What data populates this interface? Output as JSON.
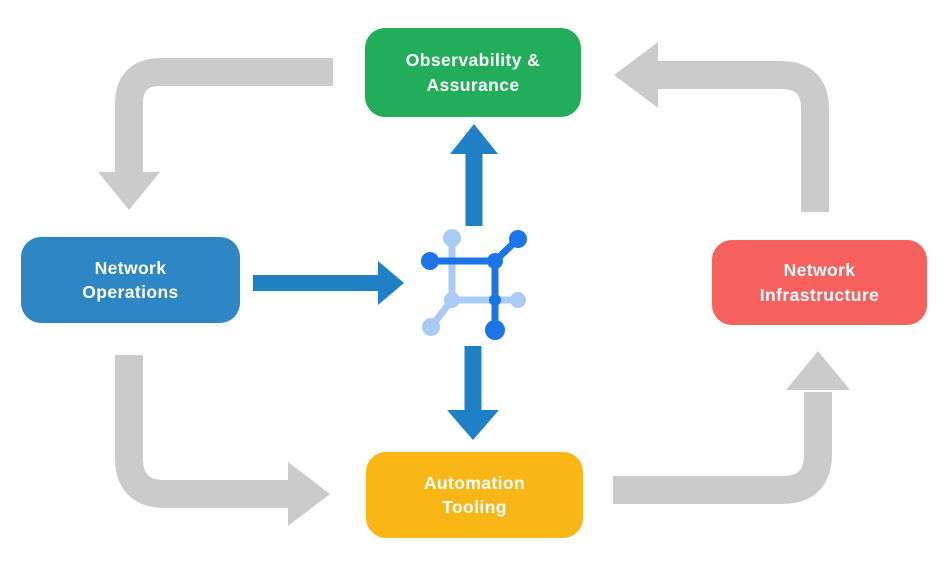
{
  "diagram": {
    "title": "Network automation lifecycle diagram",
    "center_icon": "network-automation-icon"
  },
  "colors": {
    "background": "#ffffff",
    "gray_arrow": "#cbcbcb",
    "blue_arrow": "#1f80c6",
    "icon_dark_blue": "#1c74e8",
    "icon_light_blue": "#a9cbf4",
    "node_text": "#ffffff",
    "observability_green": "#22ad5b",
    "operations_blue": "#2e86c4",
    "infrastructure_red": "#f6615e",
    "automation_yellow": "#f8b717"
  },
  "nodes": {
    "observability": {
      "label": "Observability &\nAssurance",
      "color": "#22ad5b"
    },
    "operations": {
      "label": "Network\nOperations",
      "color": "#2e86c4"
    },
    "infrastructure": {
      "label": "Network\nInfrastructure",
      "color": "#f6615e"
    },
    "automation": {
      "label": "Automation\nTooling",
      "color": "#f8b717"
    }
  },
  "flows": [
    {
      "from": "Observability & Assurance",
      "to": "Network Operations",
      "style": "gray-elbow"
    },
    {
      "from": "Network Operations",
      "to": "Automation Tooling",
      "style": "gray-elbow"
    },
    {
      "from": "Automation Tooling",
      "to": "Network Infrastructure",
      "style": "gray-elbow"
    },
    {
      "from": "Network Infrastructure",
      "to": "Observability & Assurance",
      "style": "gray-elbow"
    },
    {
      "from": "Network Operations",
      "to": "center-icon",
      "style": "blue-straight"
    },
    {
      "from": "center-icon",
      "to": "Observability & Assurance",
      "style": "blue-straight"
    },
    {
      "from": "center-icon",
      "to": "Automation Tooling",
      "style": "blue-straight"
    }
  ]
}
